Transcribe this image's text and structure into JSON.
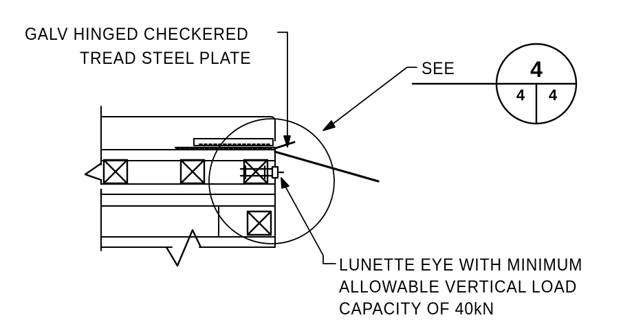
{
  "labels": {
    "plate_line1": "GALV HINGED CHECKERED",
    "plate_line2": "TREAD STEEL PLATE",
    "see": "SEE",
    "lunette_line1": "LUNETTE EYE WITH MINIMUM",
    "lunette_line2": "ALLOWABLE VERTICAL LOAD",
    "lunette_line3": "CAPACITY OF 40kN"
  },
  "detail_callout": {
    "detail_number": "4",
    "sheet_left": "4",
    "sheet_right": "4"
  }
}
